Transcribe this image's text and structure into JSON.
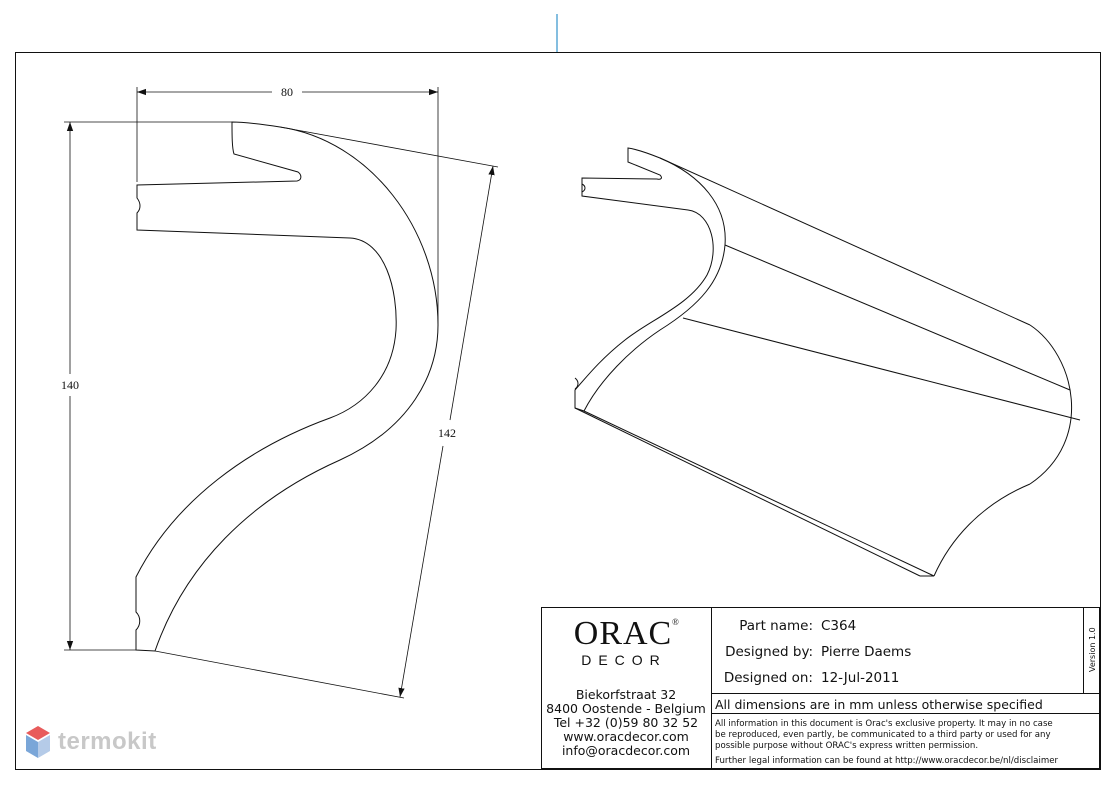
{
  "dimensions": {
    "width": "80",
    "height": "140",
    "diagonal": "142"
  },
  "title_block": {
    "company_name": "ORAC",
    "company_sub": "DECOR",
    "registered_mark": "®",
    "address": {
      "street": "Biekorfstraat 32",
      "city": "8400 Oostende - Belgium",
      "tel": "Tel  +32 (0)59 80 32 52",
      "web": "www.oracdecor.com",
      "email": "info@oracdecor.com"
    },
    "fields": {
      "part_name_label": "Part name:",
      "part_name_value": "C364",
      "designed_by_label": "Designed by:",
      "designed_by_value": "Pierre Daems",
      "designed_on_label": "Designed on:",
      "designed_on_value": "12-Jul-2011"
    },
    "version": "Version 1.0",
    "units_note": "All dimensions are in mm unless otherwise specified",
    "disclaimer": [
      "All information in this document is Orac's exclusive property.  It may in no case",
      "be reproduced, even partly, be communicated to a third party or used for any",
      "possible purpose without ORAC's express written permission.",
      "Further legal information can be found at http://www.oracdecor.be/nl/disclaimer"
    ]
  },
  "watermark": {
    "text": "termokit",
    "colors": {
      "top": "#e85b5b",
      "left": "#7aa6d8",
      "right": "#b5cbe8"
    }
  },
  "colors": {
    "line": "#111111",
    "accent_tick": "#5aa9d6"
  }
}
